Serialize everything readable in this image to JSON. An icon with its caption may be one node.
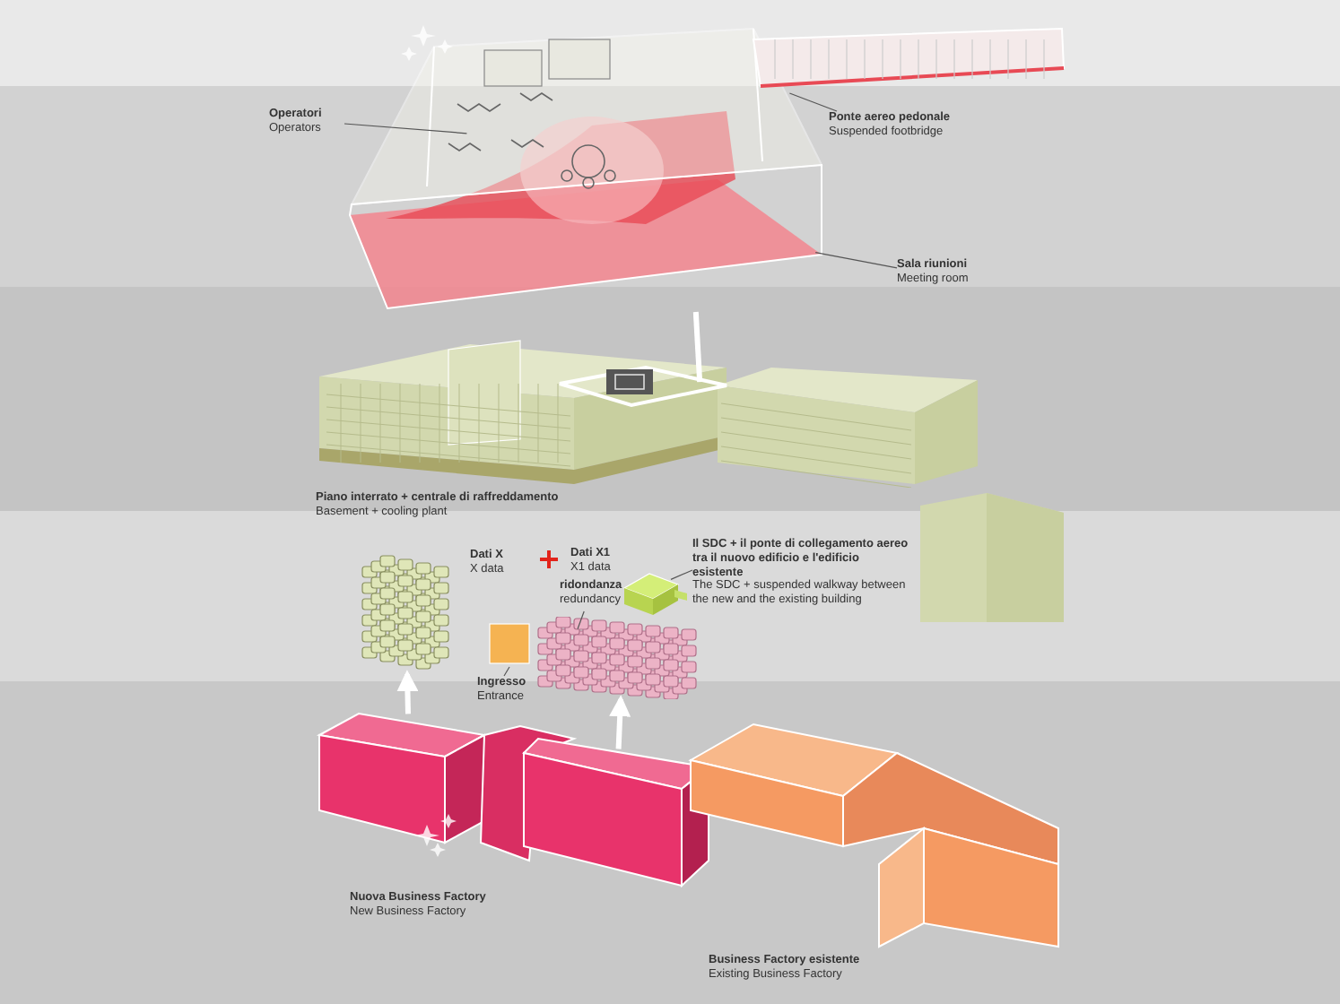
{
  "diagram": {
    "nodes": [
      {
        "text": [],
        "shape": "picture"
      },
      {
        "text": [],
        "shape": "picture"
      },
      {
        "text": [
          "Operatori",
          "Operators"
        ]
      },
      {
        "text": [
          "Ponte aereo pedonale",
          "Suspended footbridge"
        ]
      },
      {
        "text": [
          "Sala riunioni",
          "Meeting room"
        ]
      },
      {
        "text": [],
        "shape": "picture"
      },
      {
        "text": [
          "Piano interrato + centrale di raffreddamento",
          "Basement + cooling plant"
        ]
      },
      {
        "text": [],
        "shape": "picture"
      },
      {
        "text": [],
        "shape": "picture"
      },
      {
        "text": [],
        "shape": "box"
      },
      {
        "text": [],
        "shape": "picture"
      },
      {
        "text": [
          "Dati X",
          "X data"
        ]
      },
      {
        "text": [
          "Dati X1",
          "X1 data"
        ]
      },
      {
        "text": [
          "ridondanza",
          "redundancy"
        ]
      },
      {
        "text": [
          "Il SDC + il ponte di collegamento aereo tra il nuovo edificio e l'edificio esistente",
          "The SDC + suspended walkway between the new and the existing building"
        ]
      },
      {
        "text": [
          "Ingresso",
          "Entrance"
        ]
      },
      {
        "text": [],
        "shape": "picture"
      },
      {
        "text": [],
        "shape": "picture"
      },
      {
        "text": [
          "Nuova Business Factory",
          "New Business Factory"
        ]
      },
      {
        "text": [
          "Business Factory esistente",
          "Existing Business Factory"
        ]
      }
    ],
    "edges": [
      {
        "from": 2,
        "to": 0,
        "arrow": "none"
      },
      {
        "from": 3,
        "to": 1,
        "arrow": "none"
      },
      {
        "from": 4,
        "to": 0,
        "arrow": "none"
      },
      {
        "from": 0,
        "to": 5,
        "arrow": "none",
        "style": "thick",
        "color": "#ffffff"
      },
      {
        "from": 13,
        "to": 8,
        "arrow": "none"
      },
      {
        "from": 14,
        "to": 10,
        "arrow": "none"
      },
      {
        "from": 15,
        "to": 9,
        "arrow": "none"
      },
      {
        "from": 16,
        "to": 7,
        "arrow": "to",
        "style": "thick",
        "color": "#ffffff"
      },
      {
        "from": 16,
        "to": 8,
        "arrow": "to",
        "style": "thick",
        "color": "#ffffff"
      }
    ]
  }
}
